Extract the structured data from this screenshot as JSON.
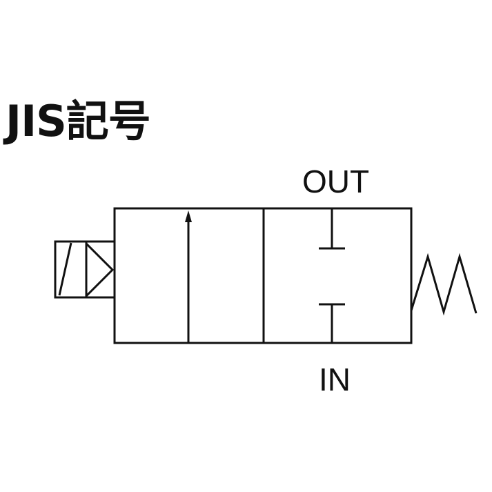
{
  "title": "JIS記号",
  "ports": {
    "out": "OUT",
    "in": "IN"
  },
  "colors": {
    "line": "#111111",
    "background": "#ffffff"
  }
}
